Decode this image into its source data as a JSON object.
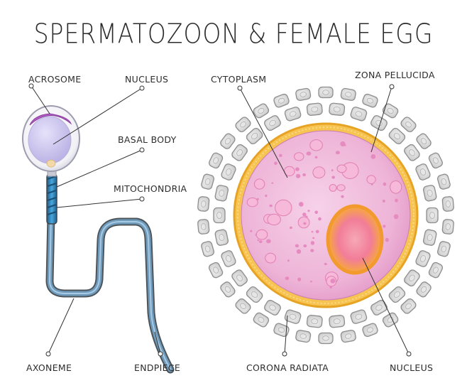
{
  "title": "SPERMATOZOON  &  FEMALE EGG",
  "sperm_labels": {
    "acrosome": "ACROSOME",
    "nucleus": "NUCLEUS",
    "basal_body": "BASAL BODY",
    "mitochondria": "MITOCHONDRIA",
    "axoneme": "AXONEME",
    "endpiece": "ENDPIECE"
  },
  "egg_labels": {
    "cytoplasm": "CYTOPLASM",
    "zona_pellucida": "ZONA PELLUCIDA",
    "corona_radiata": "CORONA RADIATA",
    "nucleus": "NUCLEUS"
  },
  "colors": {
    "head_outline": "#b9b9c9",
    "head_fill": "#ffffff",
    "nucleus_fill": "#c9c3ec",
    "acrosome_fill": "#b15ec4",
    "basal_body": "#f3d9a8",
    "midpiece": "#2e7fb5",
    "tail_outline": "#5a6268",
    "tail_fill": "#5f8fb0",
    "corona_cell": "#d9d9d9",
    "corona_cell_outline": "#8e8e8e",
    "zona": "#f2b233",
    "cytoplasm": "#e9a6cf",
    "egg_nucleus_outer": "#f7a23a",
    "egg_nucleus_inner": "#f2728a",
    "vesicle": "#f08dbb",
    "text": "#2d2d2d"
  }
}
